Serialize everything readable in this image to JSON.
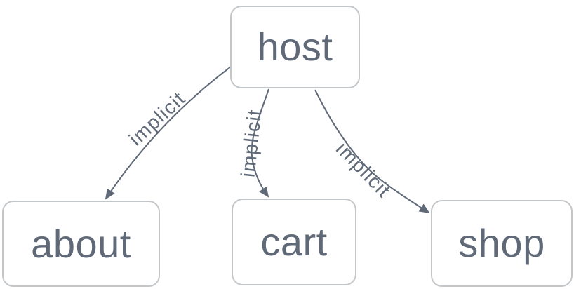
{
  "diagram": {
    "type": "graph",
    "nodes": [
      {
        "id": "host",
        "label": "host"
      },
      {
        "id": "about",
        "label": "about"
      },
      {
        "id": "cart",
        "label": "cart"
      },
      {
        "id": "shop",
        "label": "shop"
      }
    ],
    "edges": [
      {
        "from": "host",
        "to": "about",
        "label": "implicit"
      },
      {
        "from": "host",
        "to": "cart",
        "label": "implicit"
      },
      {
        "from": "host",
        "to": "shop",
        "label": "implicit"
      }
    ],
    "colors": {
      "background": "#ffffff",
      "node_fill": "#ffffff",
      "node_border": "#c4c7ca",
      "node_text": "#5f6977",
      "edge": "#5f6977",
      "edge_label": "#5f6977"
    }
  }
}
